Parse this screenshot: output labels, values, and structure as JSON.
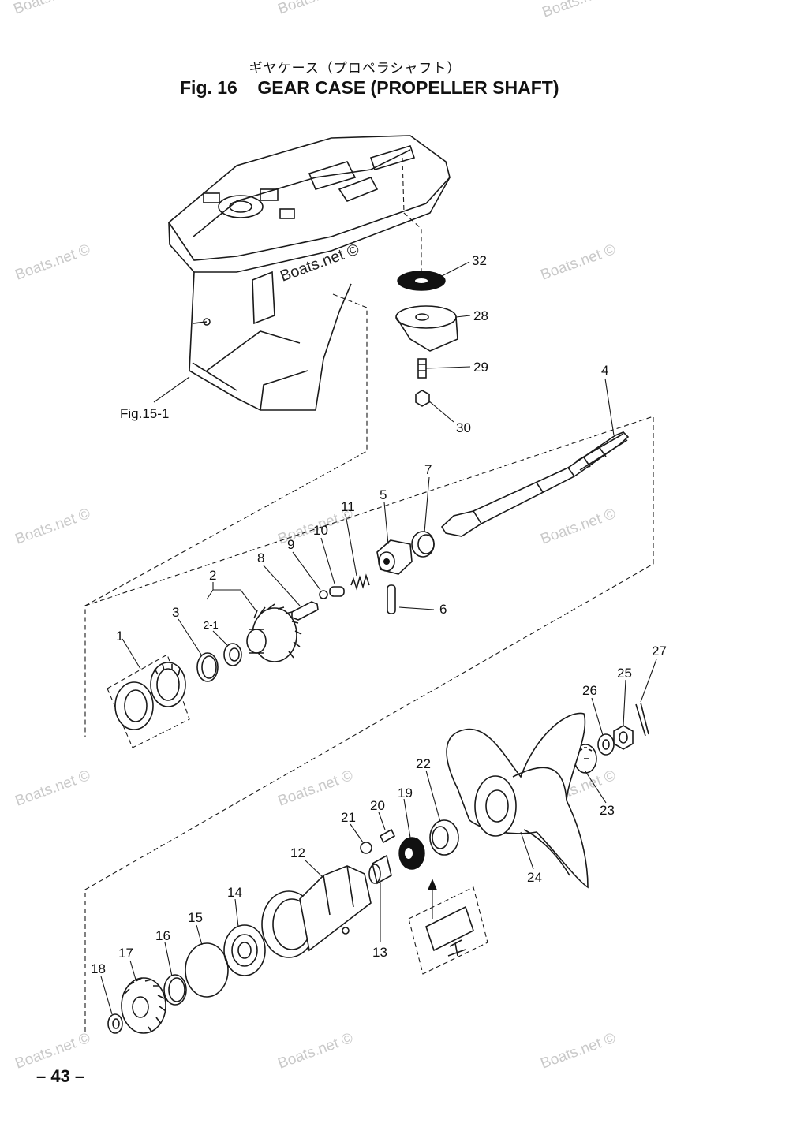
{
  "header": {
    "japanese_title": "ギヤケース（プロペラシャフト）",
    "figure_title": "Fig. 16    GEAR CASE (PROPELLER SHAFT)"
  },
  "watermark": {
    "text": "Boats.net ©"
  },
  "reference": {
    "label": "Fig.15-1"
  },
  "callouts": [
    "1",
    "2",
    "2-1",
    "3",
    "4",
    "5",
    "6",
    "7",
    "8",
    "9",
    "10",
    "11",
    "12",
    "13",
    "14",
    "15",
    "16",
    "17",
    "18",
    "19",
    "20",
    "21",
    "22",
    "23",
    "24",
    "25",
    "26",
    "27",
    "28",
    "29",
    "30",
    "32"
  ],
  "footer": {
    "page_number": "– 43 –"
  }
}
